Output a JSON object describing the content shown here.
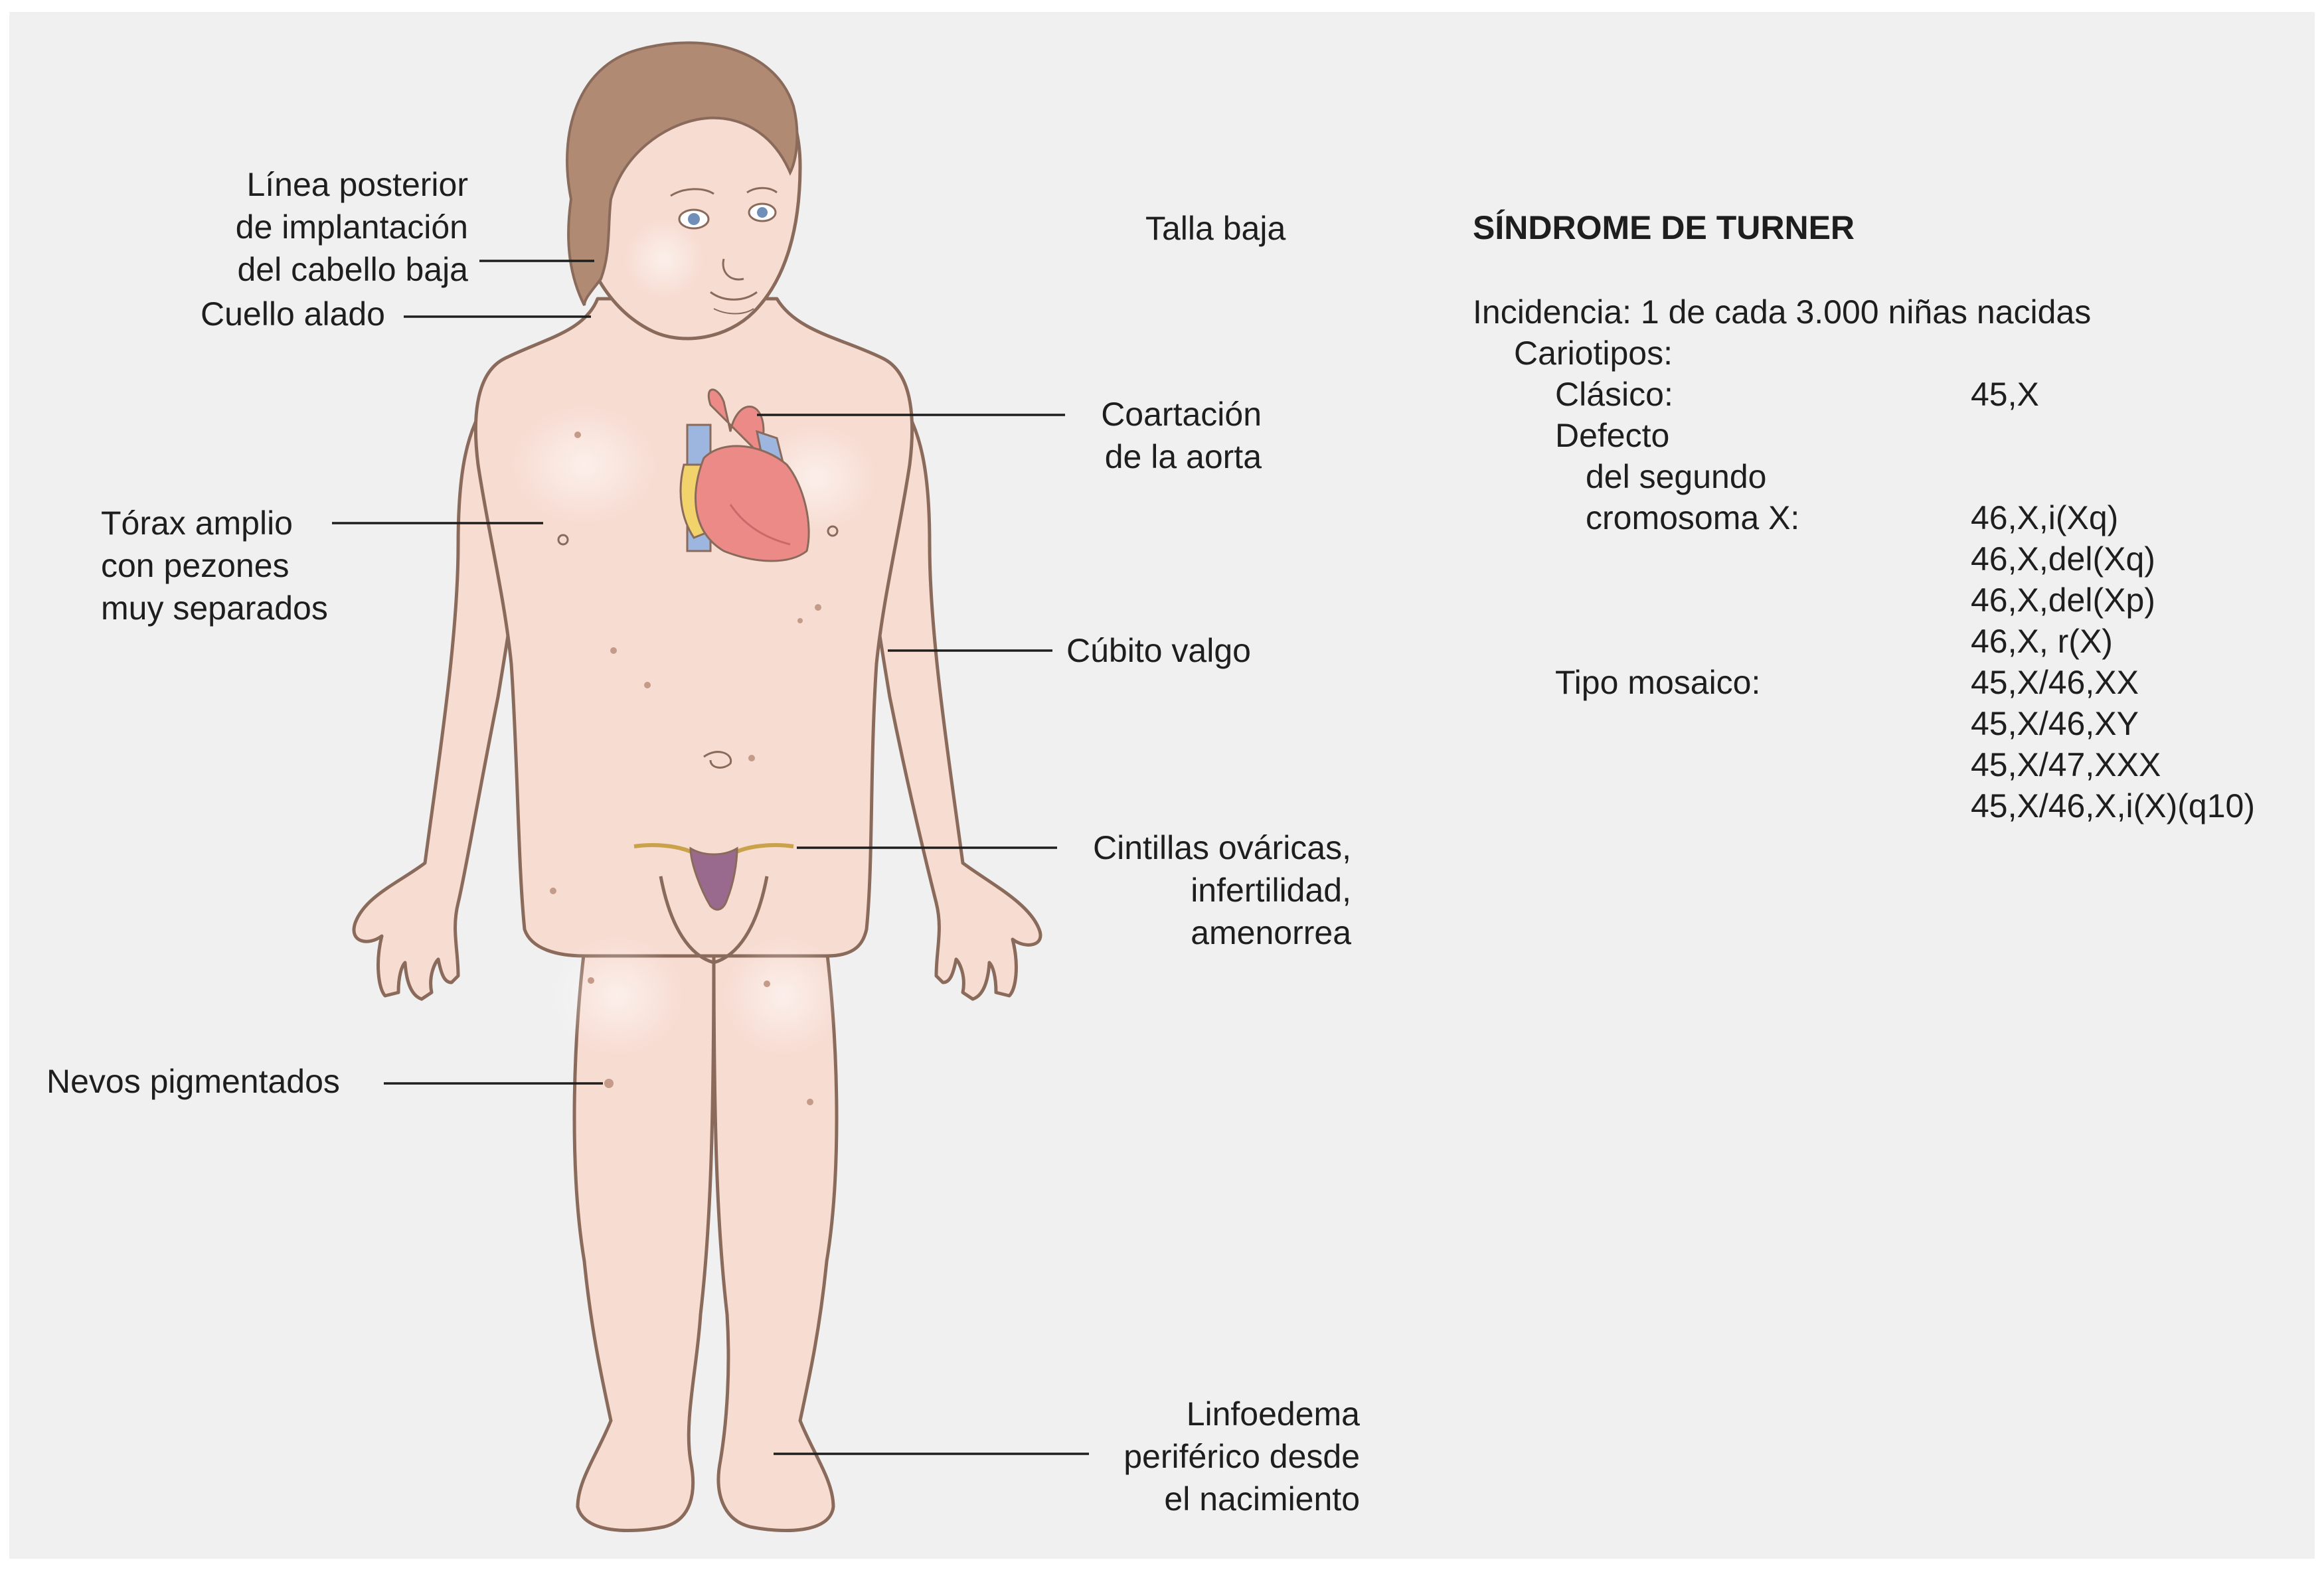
{
  "labels": {
    "hairline": [
      "Línea posterior",
      "de implantación",
      "del cabello baja"
    ],
    "webbed_neck": "Cuello alado",
    "wide_chest": [
      "Tórax amplio",
      "con pezones",
      "muy separados"
    ],
    "nevi": "Nevos pigmentados",
    "short_stature": "Talla baja",
    "coarctation": [
      "Coartación",
      "de la aorta"
    ],
    "cubitus_valgus": "Cúbito valgo",
    "ovarian_streaks": [
      "Cintillas ováricas,",
      "infertilidad,",
      "amenorrea"
    ],
    "lymphedema": [
      "Linfoedema",
      "periférico desde",
      "el nacimiento"
    ]
  },
  "info": {
    "title": "SÍNDROME DE TURNER",
    "incidence": "Incidencia: 1 de cada 3.000 niñas nacidas",
    "karyotypes_heading": "Cariotipos:",
    "classic_label": "Clásico:",
    "classic_value": "45,X",
    "defect_label": [
      "Defecto",
      "del segundo",
      "cromosoma X:"
    ],
    "defect_values": [
      "46,X,i(Xq)",
      "46,X,del(Xq)",
      "46,X,del(Xp)",
      "46,X, r(X)"
    ],
    "mosaic_label": "Tipo mosaico:",
    "mosaic_values": [
      "45,X/46,XX",
      "45,X/46,XY",
      "45,X/47,XXX",
      "45,X/46,X,i(X)(q10)"
    ]
  },
  "colors": {
    "background": "#f0f0f0",
    "skin": "#f7dcd2",
    "outline": "#8a6a5a",
    "hair": "#b08a72",
    "heart": "#ec8a88",
    "aorta_vessel": "#9db6e0",
    "uterus": "#9a6a8e",
    "leader": "#1e1e1e"
  }
}
